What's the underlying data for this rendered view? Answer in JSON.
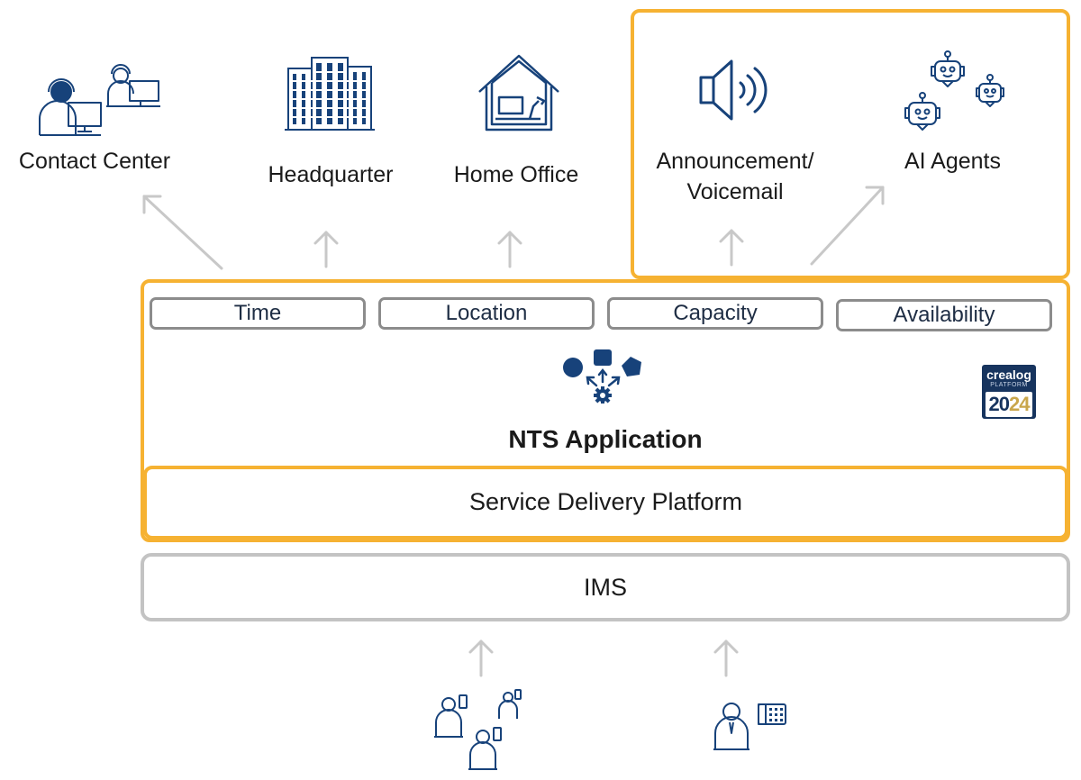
{
  "targets": {
    "contact_center": "Contact Center",
    "headquarter": "Headquarter",
    "home_office": "Home Office",
    "announcement_line1": "Announcement/",
    "announcement_line2": "Voicemail",
    "ai_agents": "AI Agents"
  },
  "criteria": [
    "Time",
    "Location",
    "Capacity",
    "Availability"
  ],
  "nts_application": "NTS Application",
  "service_delivery_platform": "Service Delivery Platform",
  "ims": "IMS",
  "badge": {
    "brand": "crealog",
    "sub": "PLATFORM",
    "year_a": "20",
    "year_b": "24"
  },
  "colors": {
    "accent": "#f6b232",
    "icon": "#17427a",
    "arrow": "#c8c8c8",
    "border_gray": "#c3c3c3"
  }
}
